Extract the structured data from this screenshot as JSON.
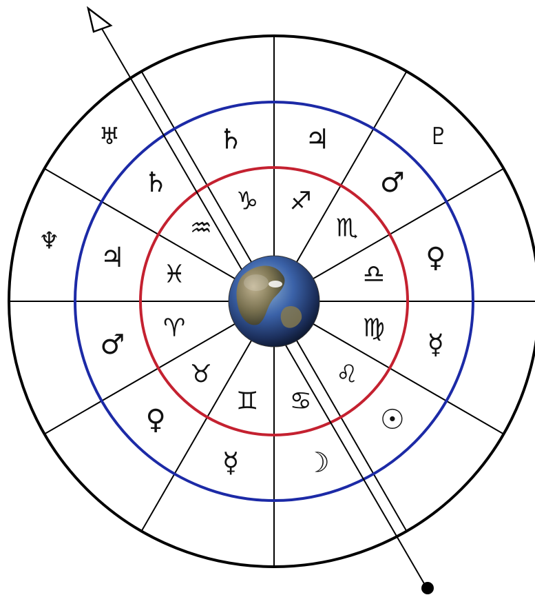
{
  "diagram": {
    "type": "astrological-wheel",
    "center": "earth-globe",
    "rings": {
      "zodiac_ring_color": "#c42130",
      "inner_planet_ring_color": "#1c2aa6",
      "outer_ring_color": "#000000"
    },
    "zodiac_ring": [
      {
        "glyph": "♑",
        "name": "capricorn"
      },
      {
        "glyph": "♐",
        "name": "sagittarius"
      },
      {
        "glyph": "♏",
        "name": "scorpio"
      },
      {
        "glyph": "♎",
        "name": "libra"
      },
      {
        "glyph": "♍",
        "name": "virgo"
      },
      {
        "glyph": "♌",
        "name": "leo"
      },
      {
        "glyph": "♋",
        "name": "cancer"
      },
      {
        "glyph": "♊",
        "name": "gemini"
      },
      {
        "glyph": "♉",
        "name": "taurus"
      },
      {
        "glyph": "♈",
        "name": "aries"
      },
      {
        "glyph": "♓",
        "name": "pisces"
      },
      {
        "glyph": "♒",
        "name": "aquarius"
      }
    ],
    "inner_planet_ring": [
      {
        "glyph": "♄",
        "name": "saturn"
      },
      {
        "glyph": "♃",
        "name": "jupiter"
      },
      {
        "glyph": "♂",
        "name": "mars"
      },
      {
        "glyph": "♀",
        "name": "venus"
      },
      {
        "glyph": "☿",
        "name": "mercury"
      },
      {
        "glyph": "☉",
        "name": "sun"
      },
      {
        "glyph": "☽",
        "name": "moon"
      },
      {
        "glyph": "☿",
        "name": "mercury"
      },
      {
        "glyph": "♀",
        "name": "venus"
      },
      {
        "glyph": "♂",
        "name": "mars"
      },
      {
        "glyph": "♃",
        "name": "jupiter"
      },
      {
        "glyph": "♄",
        "name": "saturn"
      }
    ],
    "outer_planet_ring": [
      {
        "glyph": "♅",
        "name": "uranus"
      },
      {
        "glyph": "♆",
        "name": "neptune"
      },
      {
        "glyph": "♇",
        "name": "pluto"
      }
    ],
    "axis_arrow": {
      "head": "open-arrow",
      "tail": "dot"
    }
  }
}
